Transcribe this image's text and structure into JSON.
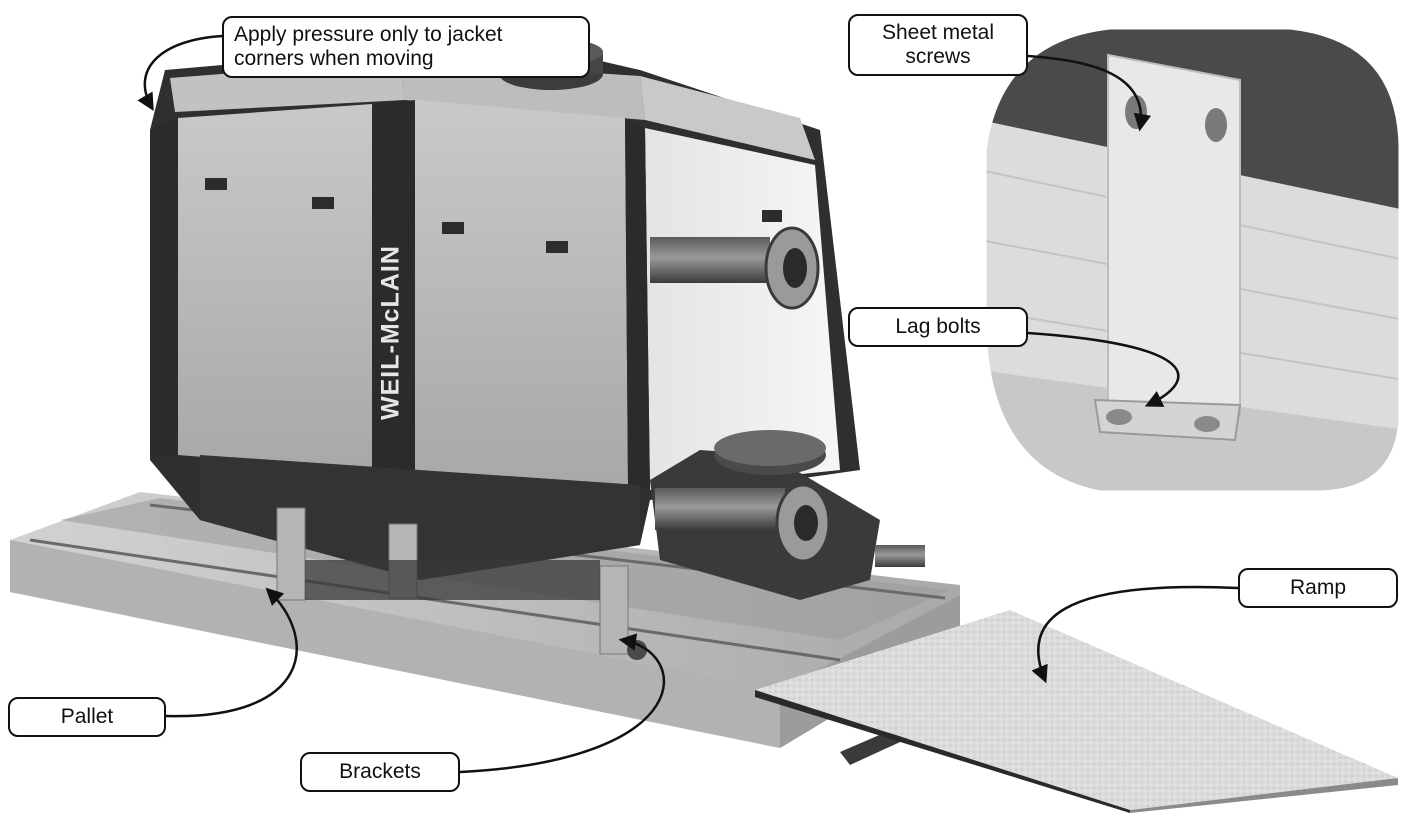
{
  "callouts": {
    "pressure_line1": "Apply pressure only to jacket",
    "pressure_line2": "corners when moving",
    "sheet_line1": "Sheet metal",
    "sheet_line2": "screws",
    "lag_bolts": "Lag bolts",
    "ramp": "Ramp",
    "pallet": "Pallet",
    "brackets": "Brackets"
  },
  "logo_text": "WEIL-McLAIN",
  "colors": {
    "jacket": "#b9b9b9",
    "trim": "#3a3a3a",
    "pallet": "#bdbdbd",
    "ramp": "#d6d6d6",
    "outline": "#111111"
  }
}
